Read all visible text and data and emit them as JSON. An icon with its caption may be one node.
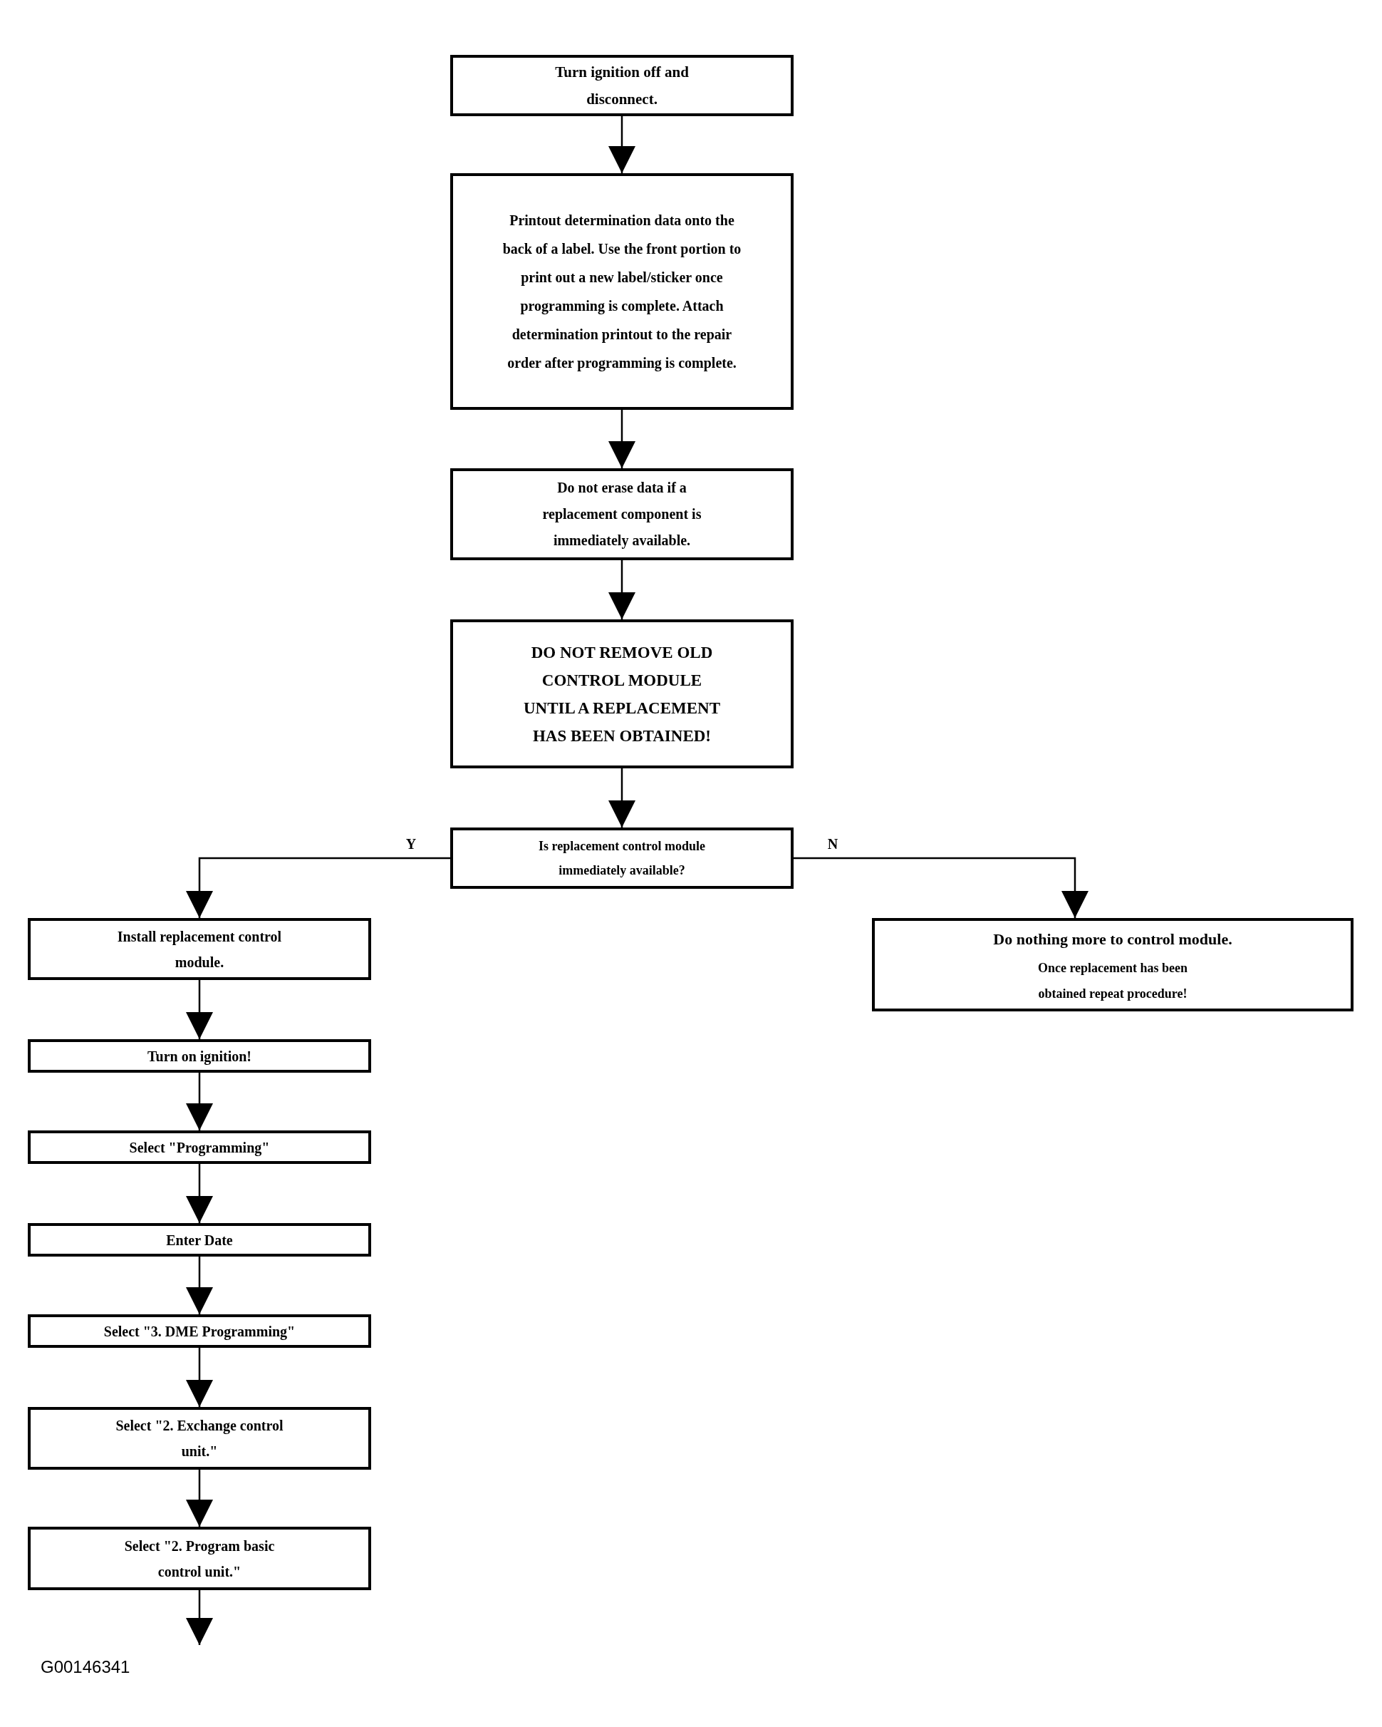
{
  "diagram": {
    "nodes": [
      {
        "text": [
          "Turn ignition off and disconnect."
        ]
      },
      {
        "text": [
          "Printout determination data onto the back of a label. Use the front portion to print out a new label/sticker once programming is complete. Attach determination printout to the repair order after programming is complete."
        ]
      },
      {
        "text": [
          "Do not erase data if a replacement component is immediately available."
        ]
      },
      {
        "text": [
          "DO NOT REMOVE OLD CONTROL MODULE UNTIL A REPLACEMENT HAS BEEN OBTAINED!"
        ]
      },
      {
        "text": [
          "Is replacement control module immediately available?"
        ]
      },
      {
        "text": [
          "Install replacement control module."
        ]
      },
      {
        "text": [
          "Do nothing more to control module.",
          "Once replacement has been obtained repeat procedure!"
        ]
      },
      {
        "text": [
          "Turn on ignition!"
        ]
      },
      {
        "text": [
          "Select \"Programming\""
        ]
      },
      {
        "text": [
          "Enter Date"
        ]
      },
      {
        "text": [
          "Select \"3. DME Programming\""
        ]
      },
      {
        "text": [
          "Select \"2. Exchange control unit.\""
        ]
      },
      {
        "text": [
          "Select \"2. Program basic control unit.\""
        ]
      }
    ],
    "edges": [
      {
        "from": 0,
        "to": 1,
        "arrow": "to"
      },
      {
        "from": 1,
        "to": 2,
        "arrow": "to"
      },
      {
        "from": 2,
        "to": 3,
        "arrow": "to"
      },
      {
        "from": 3,
        "to": 4,
        "arrow": "to"
      },
      {
        "from": 4,
        "to": 5,
        "arrow": "to",
        "label": "Y"
      },
      {
        "from": 4,
        "to": 6,
        "arrow": "to",
        "label": "N"
      },
      {
        "from": 5,
        "to": 7,
        "arrow": "to"
      },
      {
        "from": 7,
        "to": 8,
        "arrow": "to"
      },
      {
        "from": 8,
        "to": 9,
        "arrow": "to"
      },
      {
        "from": 9,
        "to": 10,
        "arrow": "to"
      },
      {
        "from": 10,
        "to": 11,
        "arrow": "to"
      },
      {
        "from": 11,
        "to": 12,
        "arrow": "to"
      },
      {
        "from": 12,
        "to": null,
        "arrow": "to"
      }
    ],
    "labels": [
      "G00146341"
    ]
  }
}
